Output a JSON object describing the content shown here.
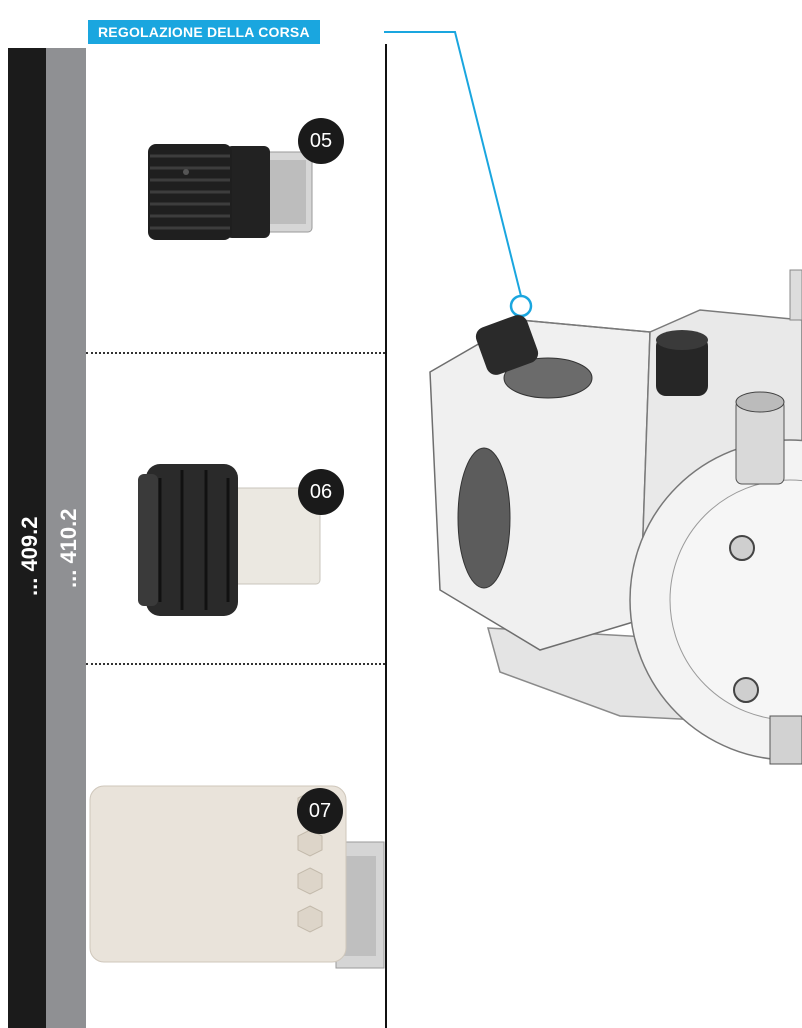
{
  "header": {
    "title": "REGOLAZIONE DELLA CORSA"
  },
  "codes": {
    "primary": "... 409.2",
    "secondary": "... 410.2"
  },
  "items": [
    {
      "number": "05",
      "icon": "knob-adjuster-icon"
    },
    {
      "number": "06",
      "icon": "knob-with-sleeve-icon"
    },
    {
      "number": "07",
      "icon": "electronic-module-icon"
    }
  ],
  "colors": {
    "accent": "#1aa6df",
    "bar_dark": "#1b1b1b",
    "bar_gray": "#8f9093"
  }
}
